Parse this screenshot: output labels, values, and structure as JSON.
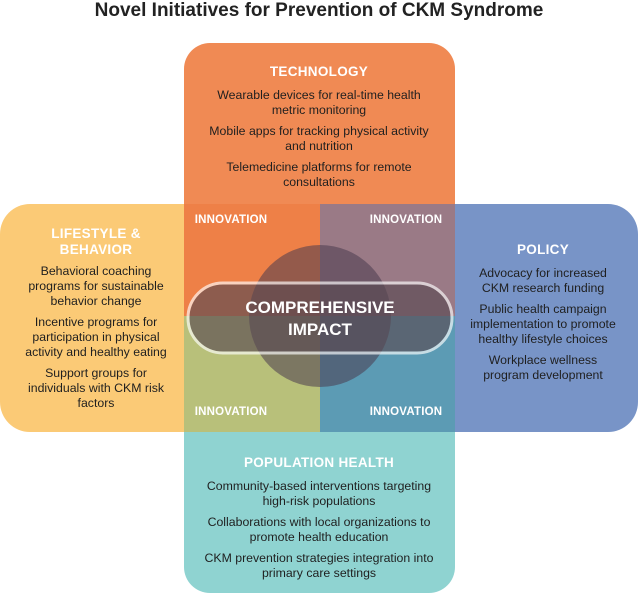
{
  "title": "Novel Initiatives for Prevention of CKM Syndrome",
  "colors": {
    "technology": "#f08a54",
    "lifestyle": "#fbc66a",
    "policy": "#6d8bc2",
    "population": "#8fd3d1",
    "center_circle": "#4a3b4f"
  },
  "technology": {
    "heading": "TECHNOLOGY",
    "items": [
      "Wearable devices for real-time health metric monitoring",
      "Mobile apps for tracking physical activity and nutrition",
      "Telemedicine platforms for remote consultations"
    ]
  },
  "lifestyle": {
    "heading": "LIFESTYLE & BEHAVIOR",
    "items": [
      "Behavioral coaching programs for sustainable behavior change",
      "Incentive programs for participation in physical activity and healthy eating",
      "Support groups for individuals with CKM risk factors"
    ]
  },
  "policy": {
    "heading": "POLICY",
    "items": [
      "Advocacy for increased CKM research funding",
      "Public health campaign implementation to promote healthy lifestyle choices",
      "Workplace wellness program development"
    ]
  },
  "population": {
    "heading": "POPULATION HEALTH",
    "items": [
      "Community-based interventions targeting high-risk populations",
      "Collaborations with local organizations to promote health education",
      "CKM prevention strategies integration into primary care settings"
    ]
  },
  "innovation_labels": [
    "INNOVATION",
    "INNOVATION",
    "INNOVATION",
    "INNOVATION"
  ],
  "center": {
    "line1": "COMPREHENSIVE",
    "line2": "IMPACT"
  }
}
